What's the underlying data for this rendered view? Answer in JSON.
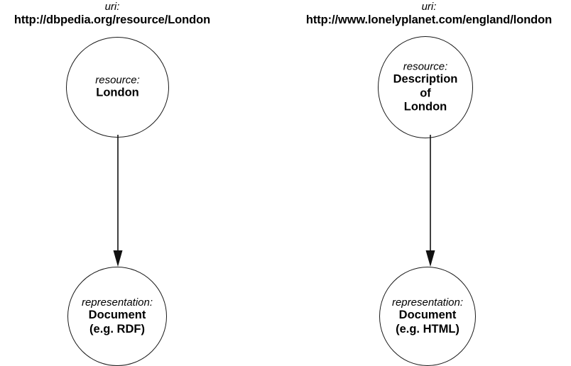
{
  "diagram": {
    "title": "Resource and representation URI diagram",
    "background_color": "#ffffff",
    "stroke_color": "#111111"
  },
  "columns": [
    {
      "id": "dbpedia",
      "uri": {
        "key": "uri:",
        "value": "http://dbpedia.org/resource/London"
      },
      "resource_node": {
        "kind": "resource:",
        "lines": [
          "London"
        ]
      },
      "representation_node": {
        "kind": "representation:",
        "lines": [
          "Document",
          "(e.g. RDF)"
        ]
      },
      "edge": {
        "name": "resource-to-representation-arrow",
        "direction": "down"
      }
    },
    {
      "id": "lonelyplanet",
      "uri": {
        "key": "uri:",
        "value": "http://www.lonelyplanet.com/england/london"
      },
      "resource_node": {
        "kind": "resource:",
        "lines": [
          "Description",
          "of",
          "London"
        ]
      },
      "representation_node": {
        "kind": "representation:",
        "lines": [
          "Document",
          "(e.g. HTML)"
        ]
      },
      "edge": {
        "name": "resource-to-representation-arrow",
        "direction": "down"
      }
    }
  ]
}
